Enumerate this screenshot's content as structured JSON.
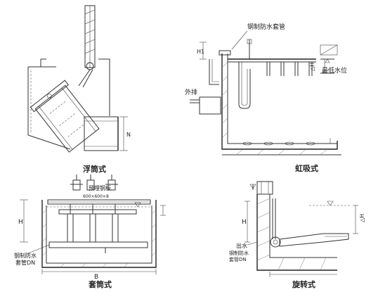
{
  "diagrams": {
    "floating": {
      "title": "浮筒式",
      "dim_n": "N"
    },
    "siphon": {
      "title": "虹吸式",
      "pipe_label": "钢制防水套管",
      "outlet_label": "外排",
      "low_level_label": "最低水位",
      "dim_h1": "H1",
      "dim_dh": "△H"
    },
    "sleeve": {
      "title": "套筒式",
      "plate_label": "预埋钢板",
      "plate_size": "600×600×8",
      "casing_label_line1": "钢制防水",
      "casing_label_line2": "套管DN",
      "dim_h": "H",
      "dim_b": "B"
    },
    "rotary": {
      "title": "旋转式",
      "outlet_label": "出水",
      "casing_label_line1": "钢制防水",
      "casing_label_line2": "套管DN",
      "dim_h": "H",
      "dim_dh": "△H"
    }
  },
  "colors": {
    "line": "#333333",
    "fill": "#d9d9d9",
    "background": "#ffffff"
  }
}
